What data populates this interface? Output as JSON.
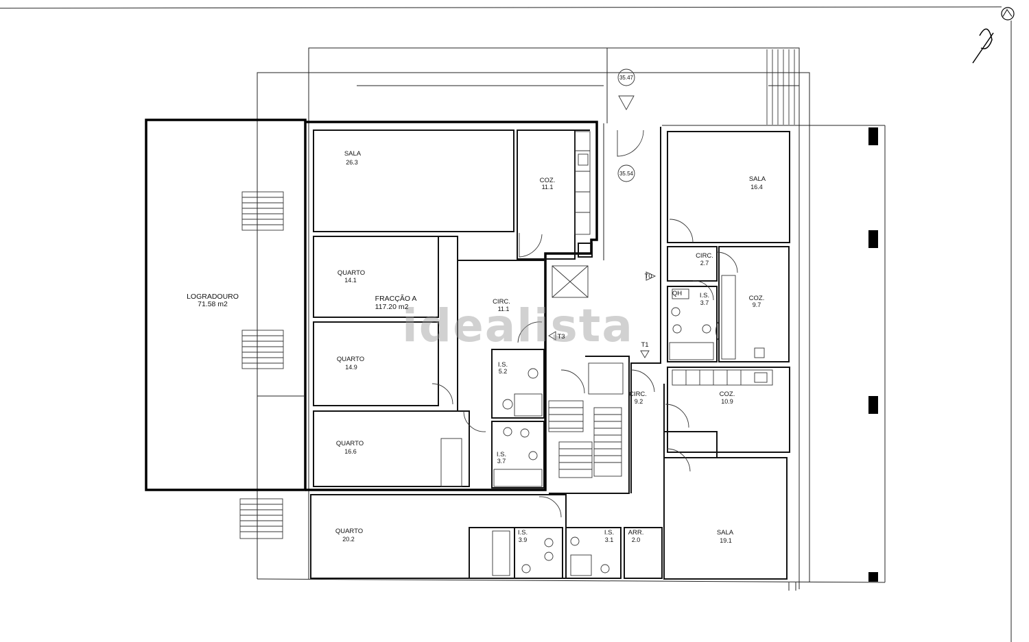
{
  "plan": {
    "rooms": {
      "sala_a": {
        "name": "SALA",
        "area": "26.3"
      },
      "coz_a": {
        "name": "COZ.",
        "area": "11.1"
      },
      "quarto_a1": {
        "name": "QUARTO",
        "area": "14.1"
      },
      "quarto_a2": {
        "name": "QUARTO",
        "area": "14.9"
      },
      "quarto_a3": {
        "name": "QUARTO",
        "area": "16.6"
      },
      "circ_a": {
        "name": "CIRC.",
        "area": "11.1"
      },
      "is_a1": {
        "name": "I.S.",
        "area": "5.2"
      },
      "is_a2": {
        "name": "I.S.",
        "area": "3.7"
      },
      "sala_t0": {
        "name": "SALA",
        "area": "16.4"
      },
      "circ_t0": {
        "name": "CIRC.",
        "area": "2.7"
      },
      "is_t0": {
        "name": "I.S.",
        "area": "3.7"
      },
      "coz_t0": {
        "name": "COZ.",
        "area": "9.7"
      },
      "coz_t1": {
        "name": "COZ.",
        "area": "10.9"
      },
      "circ_t1": {
        "name": "CIRC.",
        "area": "9.2"
      },
      "sala_t1": {
        "name": "SALA",
        "area": "19.1"
      },
      "quarto_b": {
        "name": "QUARTO",
        "area": "20.2"
      },
      "is_b1": {
        "name": "I.S.",
        "area": "3.9"
      },
      "is_b2": {
        "name": "I.S.",
        "area": "3.1"
      },
      "arr": {
        "name": "ARR.",
        "area": "2.0"
      }
    },
    "logradouro": {
      "name": "LOGRADOURO",
      "area": "71.58 m2"
    },
    "fraccao": {
      "name": "FRACÇÃO A",
      "area": "117.20 m2"
    },
    "qh": "QH",
    "markers": {
      "t0": "T0",
      "t1": "T1",
      "t3": "T3"
    },
    "levels": {
      "top": "35.47",
      "mid": "35.54"
    },
    "watermark": "idealista"
  }
}
